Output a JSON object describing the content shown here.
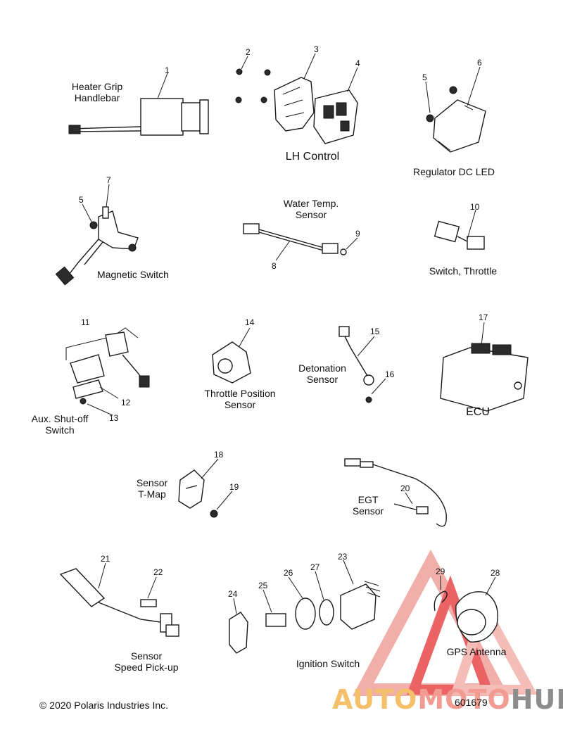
{
  "parts": [
    {
      "num": "1",
      "label": "Heater Grip\nHandlebar"
    },
    {
      "num": "2",
      "label": ""
    },
    {
      "num": "3",
      "label": ""
    },
    {
      "num": "4",
      "label": ""
    },
    {
      "num": "5",
      "label": ""
    },
    {
      "num": "6",
      "label": ""
    },
    {
      "num": "7",
      "label": ""
    },
    {
      "num": "8",
      "label": ""
    },
    {
      "num": "9",
      "label": ""
    },
    {
      "num": "10",
      "label": ""
    },
    {
      "num": "11",
      "label": ""
    },
    {
      "num": "12",
      "label": ""
    },
    {
      "num": "13",
      "label": ""
    },
    {
      "num": "14",
      "label": ""
    },
    {
      "num": "15",
      "label": ""
    },
    {
      "num": "16",
      "label": ""
    },
    {
      "num": "17",
      "label": ""
    },
    {
      "num": "18",
      "label": ""
    },
    {
      "num": "19",
      "label": ""
    },
    {
      "num": "20",
      "label": ""
    },
    {
      "num": "21",
      "label": ""
    },
    {
      "num": "22",
      "label": ""
    },
    {
      "num": "23",
      "label": ""
    },
    {
      "num": "24",
      "label": ""
    },
    {
      "num": "25",
      "label": ""
    },
    {
      "num": "26",
      "label": ""
    },
    {
      "num": "27",
      "label": ""
    },
    {
      "num": "28",
      "label": ""
    },
    {
      "num": "29",
      "label": ""
    }
  ],
  "labels": {
    "heater_grip_1": "Heater Grip",
    "heater_grip_2": "Handlebar",
    "lh_control": "LH Control",
    "regulator": "Regulator DC LED",
    "water_temp_1": "Water Temp.",
    "water_temp_2": "Sensor",
    "magnetic_switch": "Magnetic Switch",
    "switch_throttle": "Switch, Throttle",
    "throttle_pos_1": "Throttle Position",
    "throttle_pos_2": "Sensor",
    "detonation_1": "Detonation",
    "detonation_2": "Sensor",
    "ecu": "ECU",
    "aux_shutoff_1": "Aux. Shut-off",
    "aux_shutoff_2": "Switch",
    "sensor_tmap_1": "Sensor",
    "sensor_tmap_2": "T-Map",
    "egt_1": "EGT",
    "egt_2": "Sensor",
    "speed_pickup_1": "Sensor",
    "speed_pickup_2": "Speed Pick-up",
    "ignition_switch": "Ignition Switch",
    "gps_antenna": "GPS Antenna"
  },
  "footer": {
    "copyright": "© 2020 Polaris Industries Inc.",
    "diagram_id": "601679"
  },
  "watermark": {
    "auto": "AUTO",
    "moto": "MOTO",
    "hub": "HUB"
  },
  "colors": {
    "watermark_red": "#e8484a",
    "watermark_yellow": "#f4c06a",
    "watermark_pink": "#f29b93",
    "watermark_gray": "#8d8d8d",
    "line": "#1a1a1a"
  }
}
